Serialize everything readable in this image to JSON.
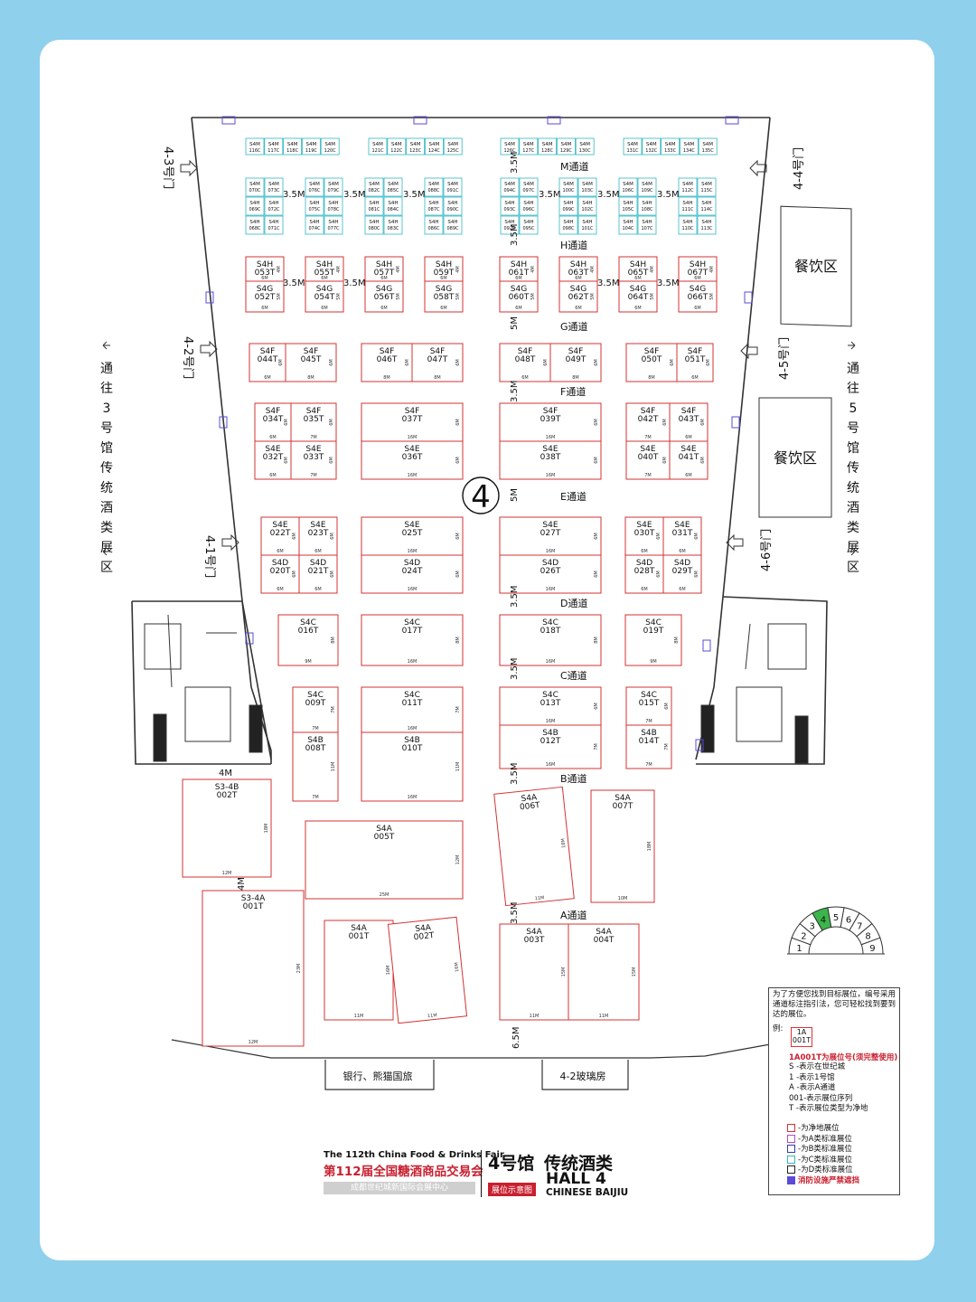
{
  "hall": {
    "number": "4",
    "name_cn": "4号馆",
    "category_cn": "传统酒类",
    "name_en": "HALL 4",
    "category_en": "CHINESE BAIJIU",
    "badge": "展位示意图"
  },
  "fair": {
    "name_en": "The 112th China Food & Drinks Fair",
    "name_cn": "第112届全国糖酒商品交易会",
    "venue": "成都世纪城新国际会展中心"
  },
  "passages": [
    "M通道",
    "H通道",
    "G通道",
    "F通道",
    "E通道",
    "D通道",
    "C通道",
    "B通道",
    "A通道"
  ],
  "gap_labels": [
    "3.5M",
    "5M",
    "6.5M",
    "4M"
  ],
  "doors": [
    "4-1号门",
    "4-2号门",
    "4-3号门",
    "4-4号门",
    "4-5号门",
    "4-6号门"
  ],
  "side_labels": {
    "left": "通往3号馆传统酒类展区",
    "right": "通往5号馆传统酒类展区"
  },
  "dining": [
    "餐饮区",
    "餐饮区"
  ],
  "bottom_labels": {
    "bank": "银行、熊猫国旅",
    "glass": "4-2玻璃房"
  },
  "standard_booths": [
    "S4M 116C",
    "S4M 117C",
    "S4M 118C",
    "S4M 119C",
    "S4M 120C",
    "S4M 121C",
    "S4M 122C",
    "S4M 123C",
    "S4M 124C",
    "S4M 125C",
    "S4M 126C",
    "S4M 127C",
    "S4M 128C",
    "S4M 129C",
    "S4M 130C",
    "S4M 131C",
    "S4M 132C",
    "S4M 133C",
    "S4M 134C",
    "S4M 135C",
    "S4M 070C",
    "S4M 073C",
    "S4H 069C",
    "S4H 072C",
    "S4H 068C",
    "S4H 071C",
    "S4M 076C",
    "S4M 079C",
    "S4H 075C",
    "S4H 078C",
    "S4H 074C",
    "S4H 077C",
    "S4M 082C",
    "S4M 085C",
    "S4H 081C",
    "S4H 084C",
    "S4H 080C",
    "S4H 083C",
    "S4M 088C",
    "S4M 091C",
    "S4H 087C",
    "S4H 090C",
    "S4H 086C",
    "S4H 089C",
    "S4M 094C",
    "S4M 097C",
    "S4H 093C",
    "S4H 096C",
    "S4H 092C",
    "S4H 095C",
    "S4M 100C",
    "S4M 103C",
    "S4H 099C",
    "S4H 102C",
    "S4H 098C",
    "S4H 101C",
    "S4M 106C",
    "S4M 109C",
    "S4H 105C",
    "S4H 108C",
    "S4H 104C",
    "S4H 107C",
    "S4M 112C",
    "S4M 115C",
    "S4H 111C",
    "S4H 114C",
    "S4H 110C",
    "S4H 113C"
  ],
  "booths": [
    {
      "id": "S4H 053T",
      "w": "6M",
      "d": "4M"
    },
    {
      "id": "S4G 052T",
      "w": "6M",
      "d": "5M"
    },
    {
      "id": "S4H 055T",
      "w": "6M",
      "d": "4M"
    },
    {
      "id": "S4G 054T",
      "w": "6M",
      "d": "5M"
    },
    {
      "id": "S4H 057T",
      "w": "6M",
      "d": "4M"
    },
    {
      "id": "S4G 056T",
      "w": "6M",
      "d": "5M"
    },
    {
      "id": "S4H 059T",
      "w": "6M",
      "d": "4M"
    },
    {
      "id": "S4G 058T",
      "w": "6M",
      "d": "5M"
    },
    {
      "id": "S4H 061T",
      "w": "6M",
      "d": "4M"
    },
    {
      "id": "S4G 060T",
      "w": "6M",
      "d": "5M"
    },
    {
      "id": "S4H 063T",
      "w": "6M",
      "d": "4M"
    },
    {
      "id": "S4G 062T",
      "w": "6M",
      "d": "5M"
    },
    {
      "id": "S4H 065T",
      "w": "6M",
      "d": "4M"
    },
    {
      "id": "S4G 064T",
      "w": "6M",
      "d": "5M"
    },
    {
      "id": "S4H 067T",
      "w": "6M",
      "d": "4M"
    },
    {
      "id": "S4G 066T",
      "w": "6M",
      "d": "5M"
    },
    {
      "id": "S4F 044T",
      "w": "6M",
      "d": "6M"
    },
    {
      "id": "S4F 045T",
      "w": "8M",
      "d": "6M"
    },
    {
      "id": "S4F 046T",
      "w": "8M",
      "d": "6M"
    },
    {
      "id": "S4F 047T",
      "w": "8M",
      "d": "6M"
    },
    {
      "id": "S4F 048T",
      "w": "6M",
      "d": "6M"
    },
    {
      "id": "S4F 049T",
      "w": "8M",
      "d": "6M"
    },
    {
      "id": "S4F 050T",
      "w": "8M",
      "d": "6M"
    },
    {
      "id": "S4F 051T",
      "w": "6M",
      "d": "6M"
    },
    {
      "id": "S4F 034T",
      "w": "6M",
      "d": "6M"
    },
    {
      "id": "S4F 035T",
      "w": "7M",
      "d": "6M"
    },
    {
      "id": "S4E 032T",
      "w": "6M",
      "d": "6M"
    },
    {
      "id": "S4E 033T",
      "w": "7M",
      "d": "6M"
    },
    {
      "id": "S4F 037T",
      "w": "16M",
      "d": "6M"
    },
    {
      "id": "S4E 036T",
      "w": "16M",
      "d": "6M"
    },
    {
      "id": "S4F 039T",
      "w": "16M",
      "d": "6M"
    },
    {
      "id": "S4E 038T",
      "w": "16M",
      "d": "6M"
    },
    {
      "id": "S4F 042T",
      "w": "7M",
      "d": "6M"
    },
    {
      "id": "S4F 043T",
      "w": "6M",
      "d": "6M"
    },
    {
      "id": "S4E 040T",
      "w": "7M",
      "d": "6M"
    },
    {
      "id": "S4E 041T",
      "w": "6M",
      "d": "6M"
    },
    {
      "id": "S4E 022T",
      "w": "6M",
      "d": "6M"
    },
    {
      "id": "S4E 023T",
      "w": "6M",
      "d": "6M"
    },
    {
      "id": "S4D 020T",
      "w": "6M",
      "d": "6M"
    },
    {
      "id": "S4D 021T",
      "w": "6M",
      "d": "6M"
    },
    {
      "id": "S4E 025T",
      "w": "16M",
      "d": "6M"
    },
    {
      "id": "S4D 024T",
      "w": "16M",
      "d": "6M"
    },
    {
      "id": "S4E 027T",
      "w": "16M",
      "d": "6M"
    },
    {
      "id": "S4D 026T",
      "w": "16M",
      "d": "6M"
    },
    {
      "id": "S4E 030T",
      "w": "6M",
      "d": "6M"
    },
    {
      "id": "S4E 031T",
      "w": "6M",
      "d": "6M"
    },
    {
      "id": "S4D 028T",
      "w": "6M",
      "d": "6M"
    },
    {
      "id": "S4D 029T",
      "w": "6M",
      "d": "6M"
    },
    {
      "id": "S4C 016T",
      "w": "9M",
      "d": "8M"
    },
    {
      "id": "S4C 017T",
      "w": "16M",
      "d": "8M"
    },
    {
      "id": "S4C 018T",
      "w": "16M",
      "d": "8M"
    },
    {
      "id": "S4C 019T",
      "w": "9M",
      "d": "8M"
    },
    {
      "id": "S4C 009T",
      "w": "7M",
      "d": "7M"
    },
    {
      "id": "S4B 008T",
      "w": "7M",
      "d": "11M"
    },
    {
      "id": "S4C 011T",
      "w": "16M",
      "d": "7M"
    },
    {
      "id": "S4B 010T",
      "w": "16M",
      "d": "11M"
    },
    {
      "id": "S4C 013T",
      "w": "16M",
      "d": "6M"
    },
    {
      "id": "S4B 012T",
      "w": "16M",
      "d": "7M"
    },
    {
      "id": "S4C 015T",
      "w": "7M",
      "d": "6M"
    },
    {
      "id": "S4B 014T",
      "w": "7M",
      "d": "7M"
    },
    {
      "id": "S3-4B 002T",
      "w": "12M",
      "d": "18M"
    },
    {
      "id": "S4A 005T",
      "w": "25M",
      "d": "12M"
    },
    {
      "id": "S4A 006T",
      "w": "11M",
      "d": "18M"
    },
    {
      "id": "S4A 007T",
      "w": "10M",
      "d": "18M"
    },
    {
      "id": "S3-4A 001T",
      "w": "12M",
      "d": "23M"
    },
    {
      "id": "S4A 001T",
      "w": "11M",
      "d": "16M"
    },
    {
      "id": "S4A 002T",
      "w": "11M",
      "d": "16M"
    },
    {
      "id": "S4A 003T",
      "w": "11M",
      "d": "15M"
    },
    {
      "id": "S4A 004T",
      "w": "11M",
      "d": "15M"
    }
  ],
  "mini_map": {
    "halls": [
      "1",
      "2",
      "3",
      "4",
      "5",
      "6",
      "7",
      "8",
      "9"
    ],
    "highlight": "4",
    "highlight_color": "#3cb54a"
  },
  "legend": {
    "intro": "为了方便您找到目标展位，编号采用通道标注指引法，您可轻松找到要到达的展位。",
    "example_label": "例:",
    "example_code": "1A 001T",
    "example_note": "1A001T为展位号(须完整使用)",
    "code_lines": [
      "S  -表示在世纪城",
      "1  -表示1号馆",
      "A  -表示A通道",
      "001-表示展位序列",
      "T  -表示展位类型为净地"
    ],
    "type_lines": [
      "-为净地展位",
      "-为A类标准展位",
      "-为B类标准展位",
      "-为C类标准展位",
      "-为D类标准展位",
      "消防设施严禁遮挡"
    ],
    "type_colors": [
      "#d33333",
      "#b04cc9",
      "#3a3aa8",
      "#33b7c4",
      "#222222",
      "#5a4bd8"
    ]
  },
  "colors": {
    "booth_stroke": "#d33333",
    "std_stroke": "#33b7c4",
    "wall": "#333333",
    "background": "#8fd0ec"
  }
}
